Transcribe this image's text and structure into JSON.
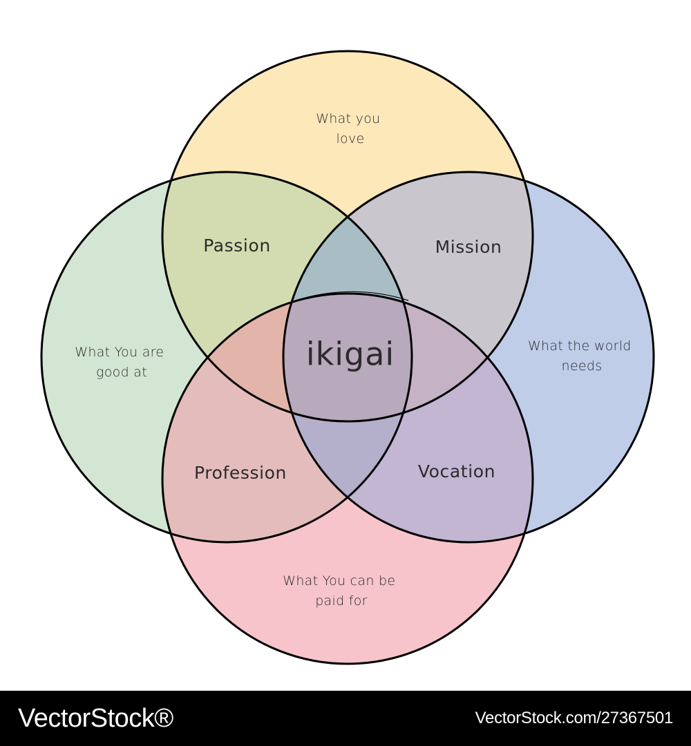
{
  "diagram": {
    "center_label": "ikigai",
    "circles": [
      {
        "id": "love",
        "lines": [
          "What you",
          "love"
        ],
        "fill": "#fde8ba"
      },
      {
        "id": "good",
        "lines": [
          "What You are",
          "good at"
        ],
        "fill": "#d3e6d3"
      },
      {
        "id": "world",
        "lines": [
          "What the world",
          "needs"
        ],
        "fill": "#bfcde9"
      },
      {
        "id": "paid",
        "lines": [
          "What You can be",
          "paid for"
        ],
        "fill": "#f7c4cb"
      }
    ],
    "overlaps": {
      "passion": "Passion",
      "mission": "Mission",
      "profession": "Profession",
      "vocation": "Vocation"
    },
    "colors": {
      "passion": "#d3dbb0",
      "mission": "#c9c7cd",
      "profession": "#e4bcbb",
      "vocation": "#c2b6d3",
      "top_center": "#a8bec4",
      "left_center": "#e3b5aa",
      "right_center": "#c5b3c5",
      "bottom_center": "#b4afca",
      "center": "#b8a9bc",
      "stroke": "#000000"
    }
  },
  "footer": {
    "brand": "VectorStock®",
    "asset_url": "VectorStock.com/27367501"
  }
}
